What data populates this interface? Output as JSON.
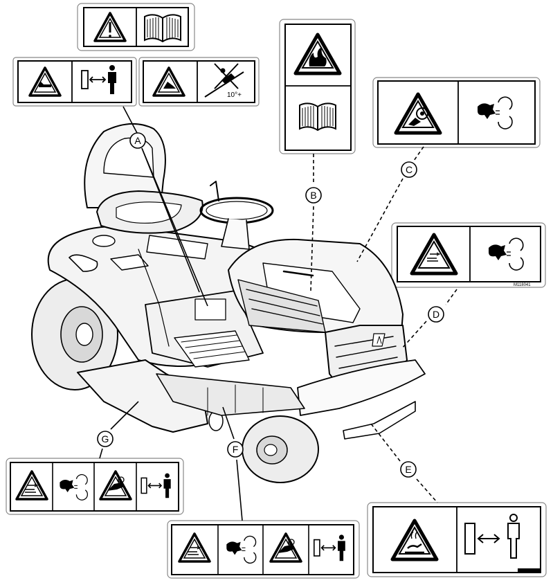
{
  "callouts": [
    {
      "letter": "A"
    },
    {
      "letter": "B"
    },
    {
      "letter": "C"
    },
    {
      "letter": "D"
    },
    {
      "letter": "E"
    },
    {
      "letter": "F"
    },
    {
      "letter": "G"
    }
  ],
  "labels": {
    "slope_degrees": "10°+",
    "decal_d_code": "M118041"
  },
  "icons": {
    "warning_triangle": "warning-triangle-icon",
    "manual": "operator-manual-icon",
    "fire": "fire-hazard-icon",
    "rotating_blade": "rotating-blade-icon",
    "keep_away": "keep-away-distance-icon",
    "rollover": "slope-rollover-icon",
    "hand_crush": "hand-crush-icon",
    "thrown_object": "thrown-object-icon",
    "hot_surface": "hot-surface-icon"
  },
  "colors": {
    "ink": "#000000",
    "paper": "#ffffff",
    "tire": "#e6e6e6"
  }
}
